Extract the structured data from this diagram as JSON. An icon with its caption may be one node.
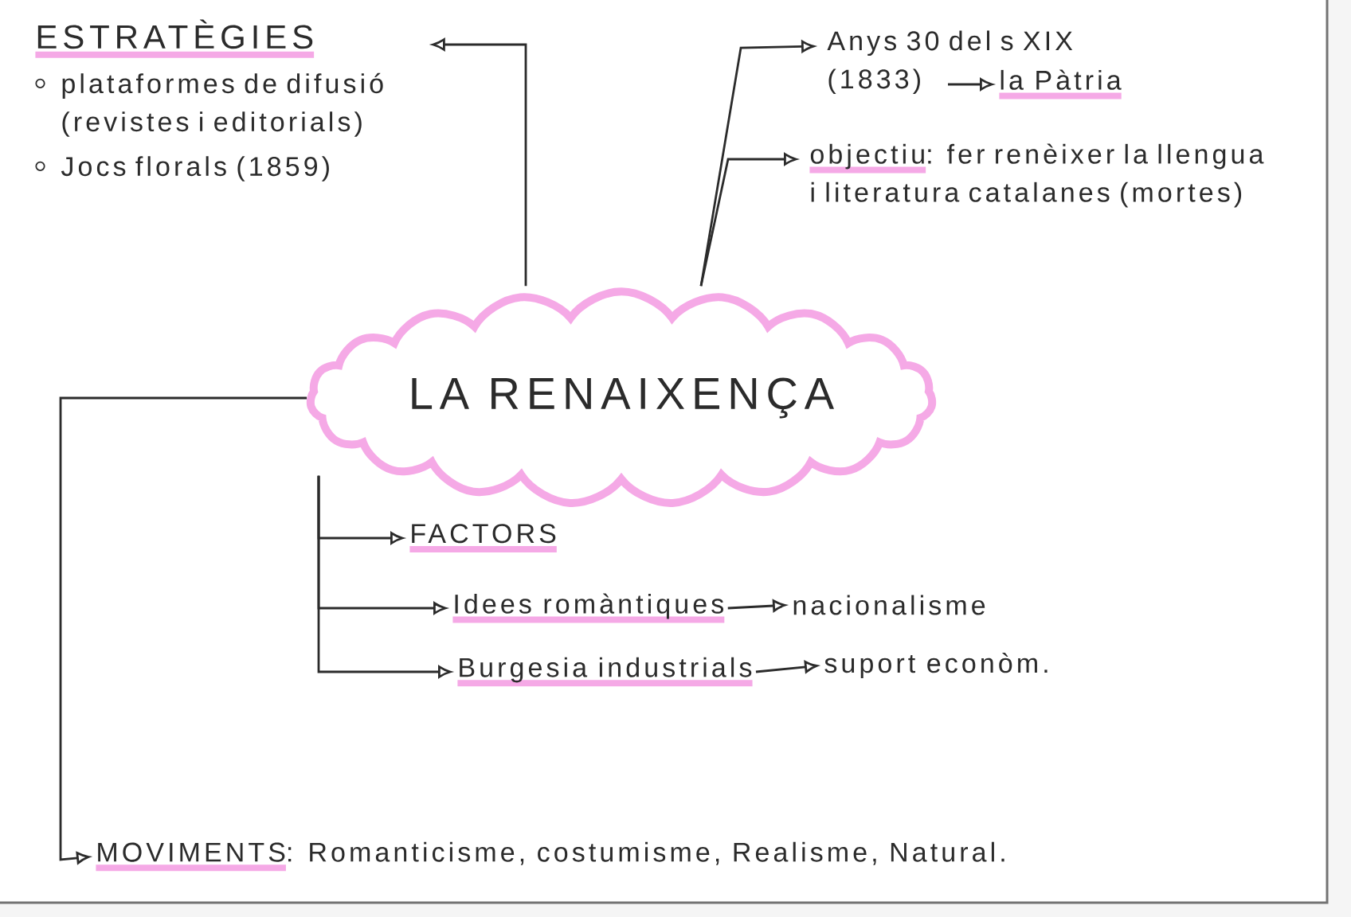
{
  "diagram": {
    "nodes": [
      {
        "text": [
          "LA RENAIXENÇA"
        ]
      },
      {
        "text": [
          "ESTRATÈGIES",
          "plataformes de difusió (revistes i editorials)",
          "Jocs florals (1859)"
        ]
      },
      {
        "text": [
          "Anys 30 del s XIX (1833)"
        ]
      },
      {
        "text": [
          "la Pàtria"
        ]
      },
      {
        "text": [
          "objectiu",
          ": fer renèixer la llengua i literatura catalanes (mortes)"
        ]
      },
      {
        "text": [
          "FACTORS"
        ]
      },
      {
        "text": [
          "Idees romàntiques"
        ]
      },
      {
        "text": [
          "nacionalisme"
        ]
      },
      {
        "text": [
          "Burgesia industrials"
        ]
      },
      {
        "text": [
          "suport econòm."
        ]
      },
      {
        "text": [
          "MOVIMENTS",
          ": Romanticisme, costumisme, Realisme, Natural."
        ]
      }
    ],
    "edges": [
      {
        "from": 0,
        "to": 1,
        "arrow": "to"
      },
      {
        "from": 0,
        "to": 2,
        "arrow": "to"
      },
      {
        "from": 0,
        "to": 4,
        "arrow": "to"
      },
      {
        "from": 2,
        "to": 3,
        "arrow": "to"
      },
      {
        "from": 0,
        "to": 5,
        "arrow": "to"
      },
      {
        "from": 0,
        "to": 6,
        "arrow": "to"
      },
      {
        "from": 6,
        "to": 7,
        "arrow": "to"
      },
      {
        "from": 0,
        "to": 8,
        "arrow": "to"
      },
      {
        "from": 8,
        "to": 9,
        "arrow": "to"
      },
      {
        "from": 0,
        "to": 10,
        "arrow": "to"
      }
    ]
  }
}
